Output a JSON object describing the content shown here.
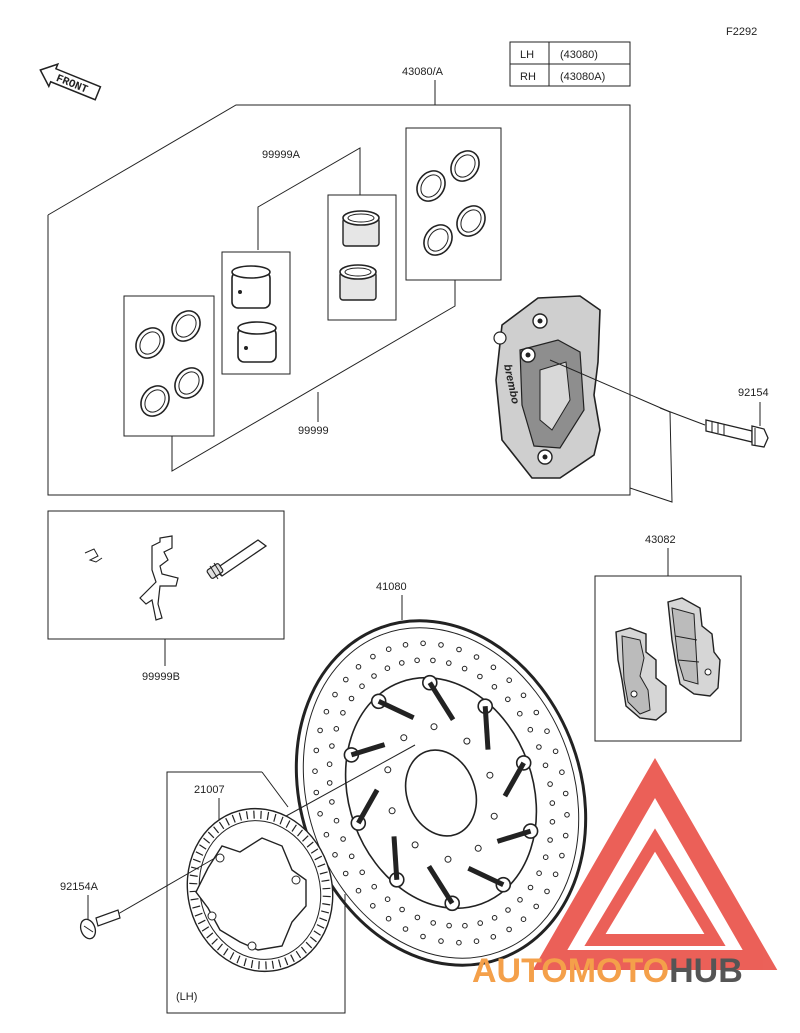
{
  "figure_code": "F2292",
  "front_label": "FRONT",
  "side_table": [
    {
      "side": "LH",
      "code": "(43080)"
    },
    {
      "side": "RH",
      "code": "(43080A)"
    }
  ],
  "callouts": {
    "caliper_assy": "43080/A",
    "pad_spring_kit": "99999A",
    "seal_kit": "99999",
    "caliper_bolt": "92154",
    "pad_set": "43082",
    "pin_kit": "99999B",
    "disc": "41080",
    "sensor_rotor": "21007",
    "rotor_bolt": "92154A",
    "lh_note": "(LH)"
  },
  "caliper_brand": "brembo",
  "watermark": {
    "text_part1": "AUTO",
    "text_part2": "MOTO",
    "text_part3": "HUB",
    "color_primary": "#f4a04a",
    "color_secondary": "#555555",
    "logo_color": "#e8453c"
  }
}
